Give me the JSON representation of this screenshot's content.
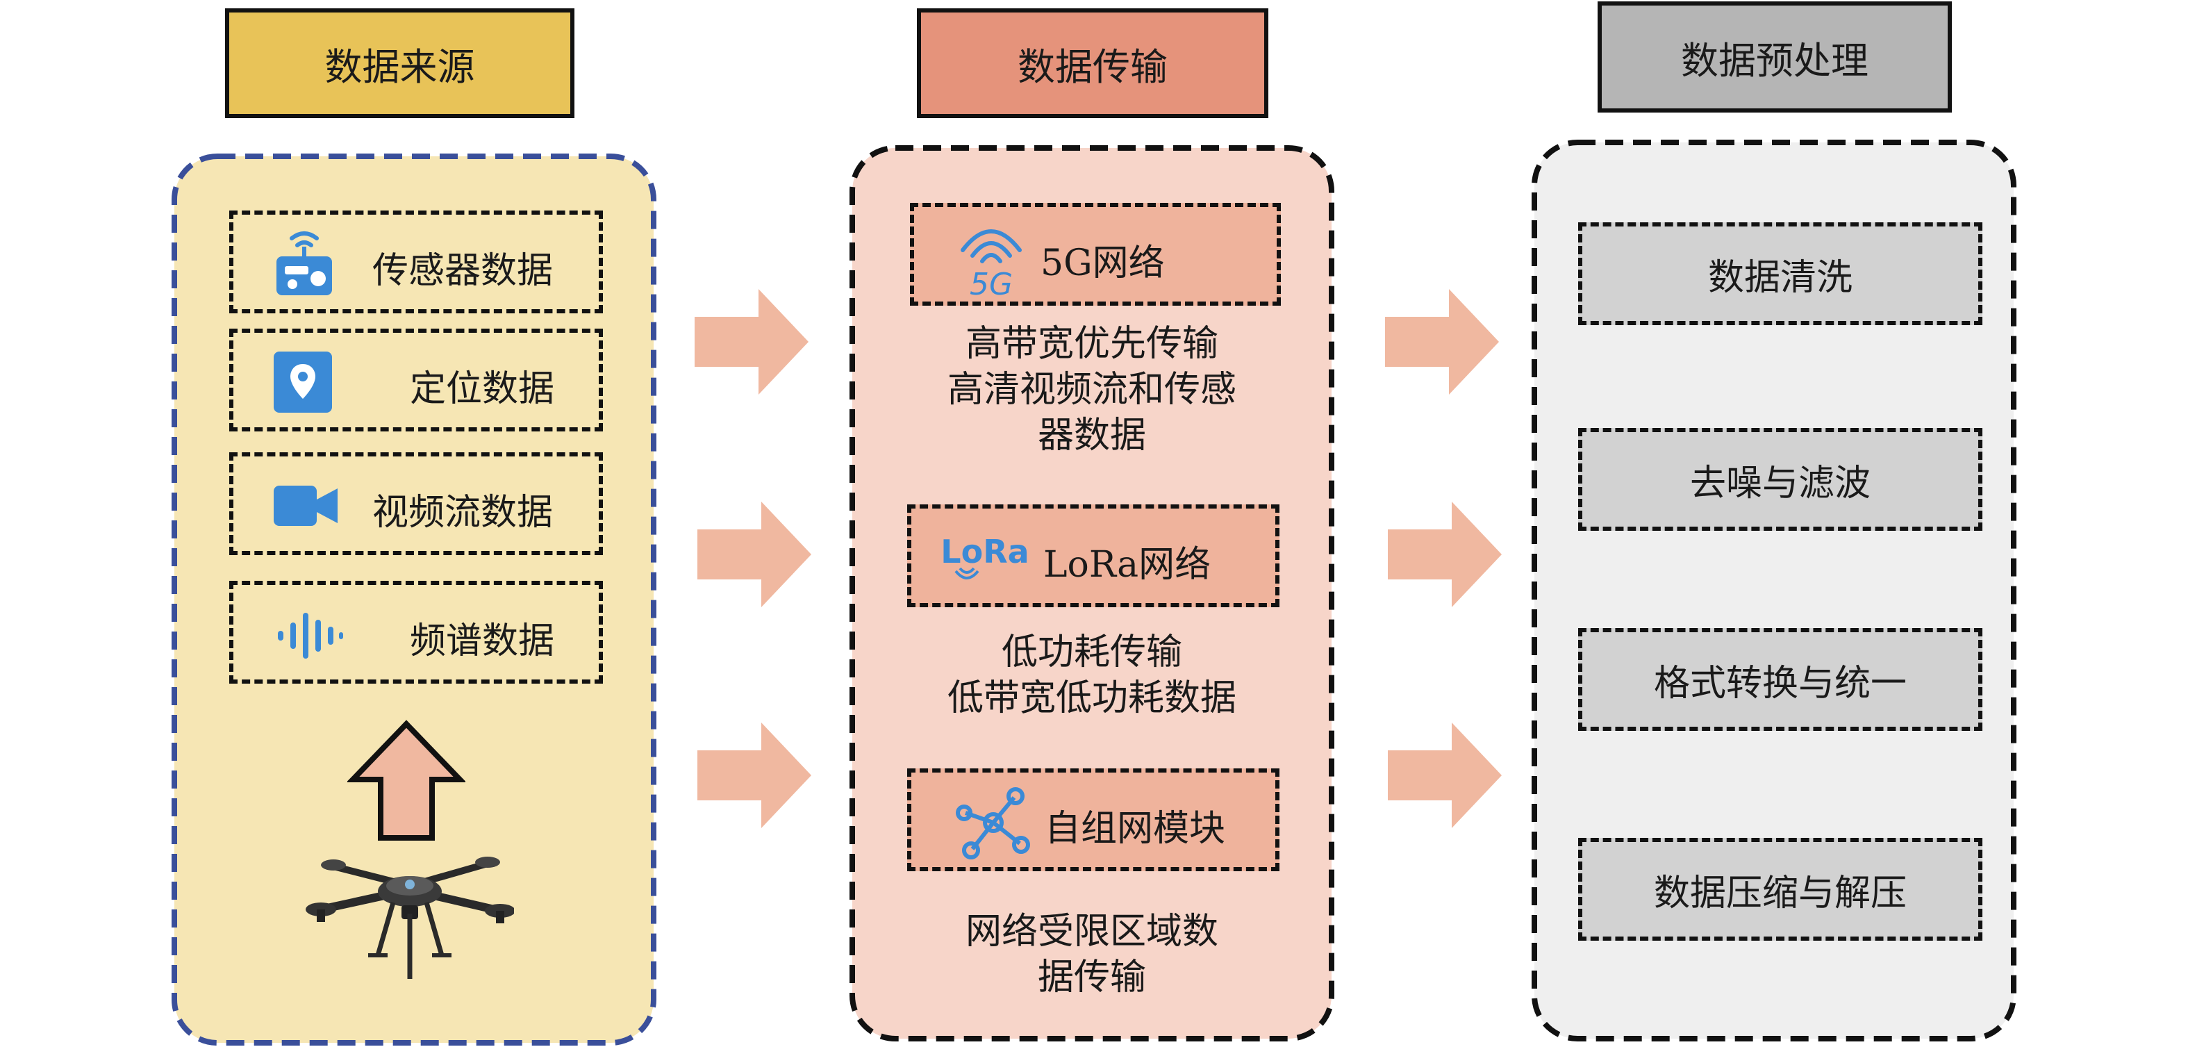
{
  "colors": {
    "source_header": "#E8C358",
    "source_panel": "#F6E6B4",
    "source_panel_border": "#3A4F9A",
    "transmission_header": "#E5937B",
    "transmission_panel": "#F7D5C9",
    "transmission_item": "#EFB39C",
    "preprocess_header": "#B5B5B5",
    "preprocess_panel": "#EFEFEF",
    "preprocess_item": "#D2D2D2",
    "arrow_fill": "#F0B8A0",
    "icon_blue": "#3B8AD6"
  },
  "columns": {
    "source": {
      "title": "数据来源",
      "items": [
        {
          "label": "传感器数据",
          "icon": "sensor-device-icon"
        },
        {
          "label": "定位数据",
          "icon": "location-pin-icon"
        },
        {
          "label": "视频流数据",
          "icon": "video-camera-icon"
        },
        {
          "label": "频谱数据",
          "icon": "sound-wave-icon"
        }
      ],
      "drone_icon": "drone-icon"
    },
    "transmission": {
      "title": "数据传输",
      "items": [
        {
          "label": "5G网络",
          "icon": "5g-signal-icon",
          "icon_text": "5G",
          "desc": [
            "高带宽优先传输",
            "高清视频流和传感",
            "器数据"
          ]
        },
        {
          "label": "LoRa网络",
          "icon": "lora-logo-icon",
          "icon_text": "LoRa",
          "desc": [
            "低功耗传输",
            "低带宽低功耗数据"
          ]
        },
        {
          "label": "自组网模块",
          "icon": "network-nodes-icon",
          "desc": [
            "网络受限区域数",
            "据传输"
          ]
        }
      ]
    },
    "preprocess": {
      "title": "数据预处理",
      "items": [
        {
          "label": "数据清洗"
        },
        {
          "label": "去噪与滤波"
        },
        {
          "label": "格式转换与统一"
        },
        {
          "label": "数据压缩与解压"
        }
      ]
    }
  }
}
